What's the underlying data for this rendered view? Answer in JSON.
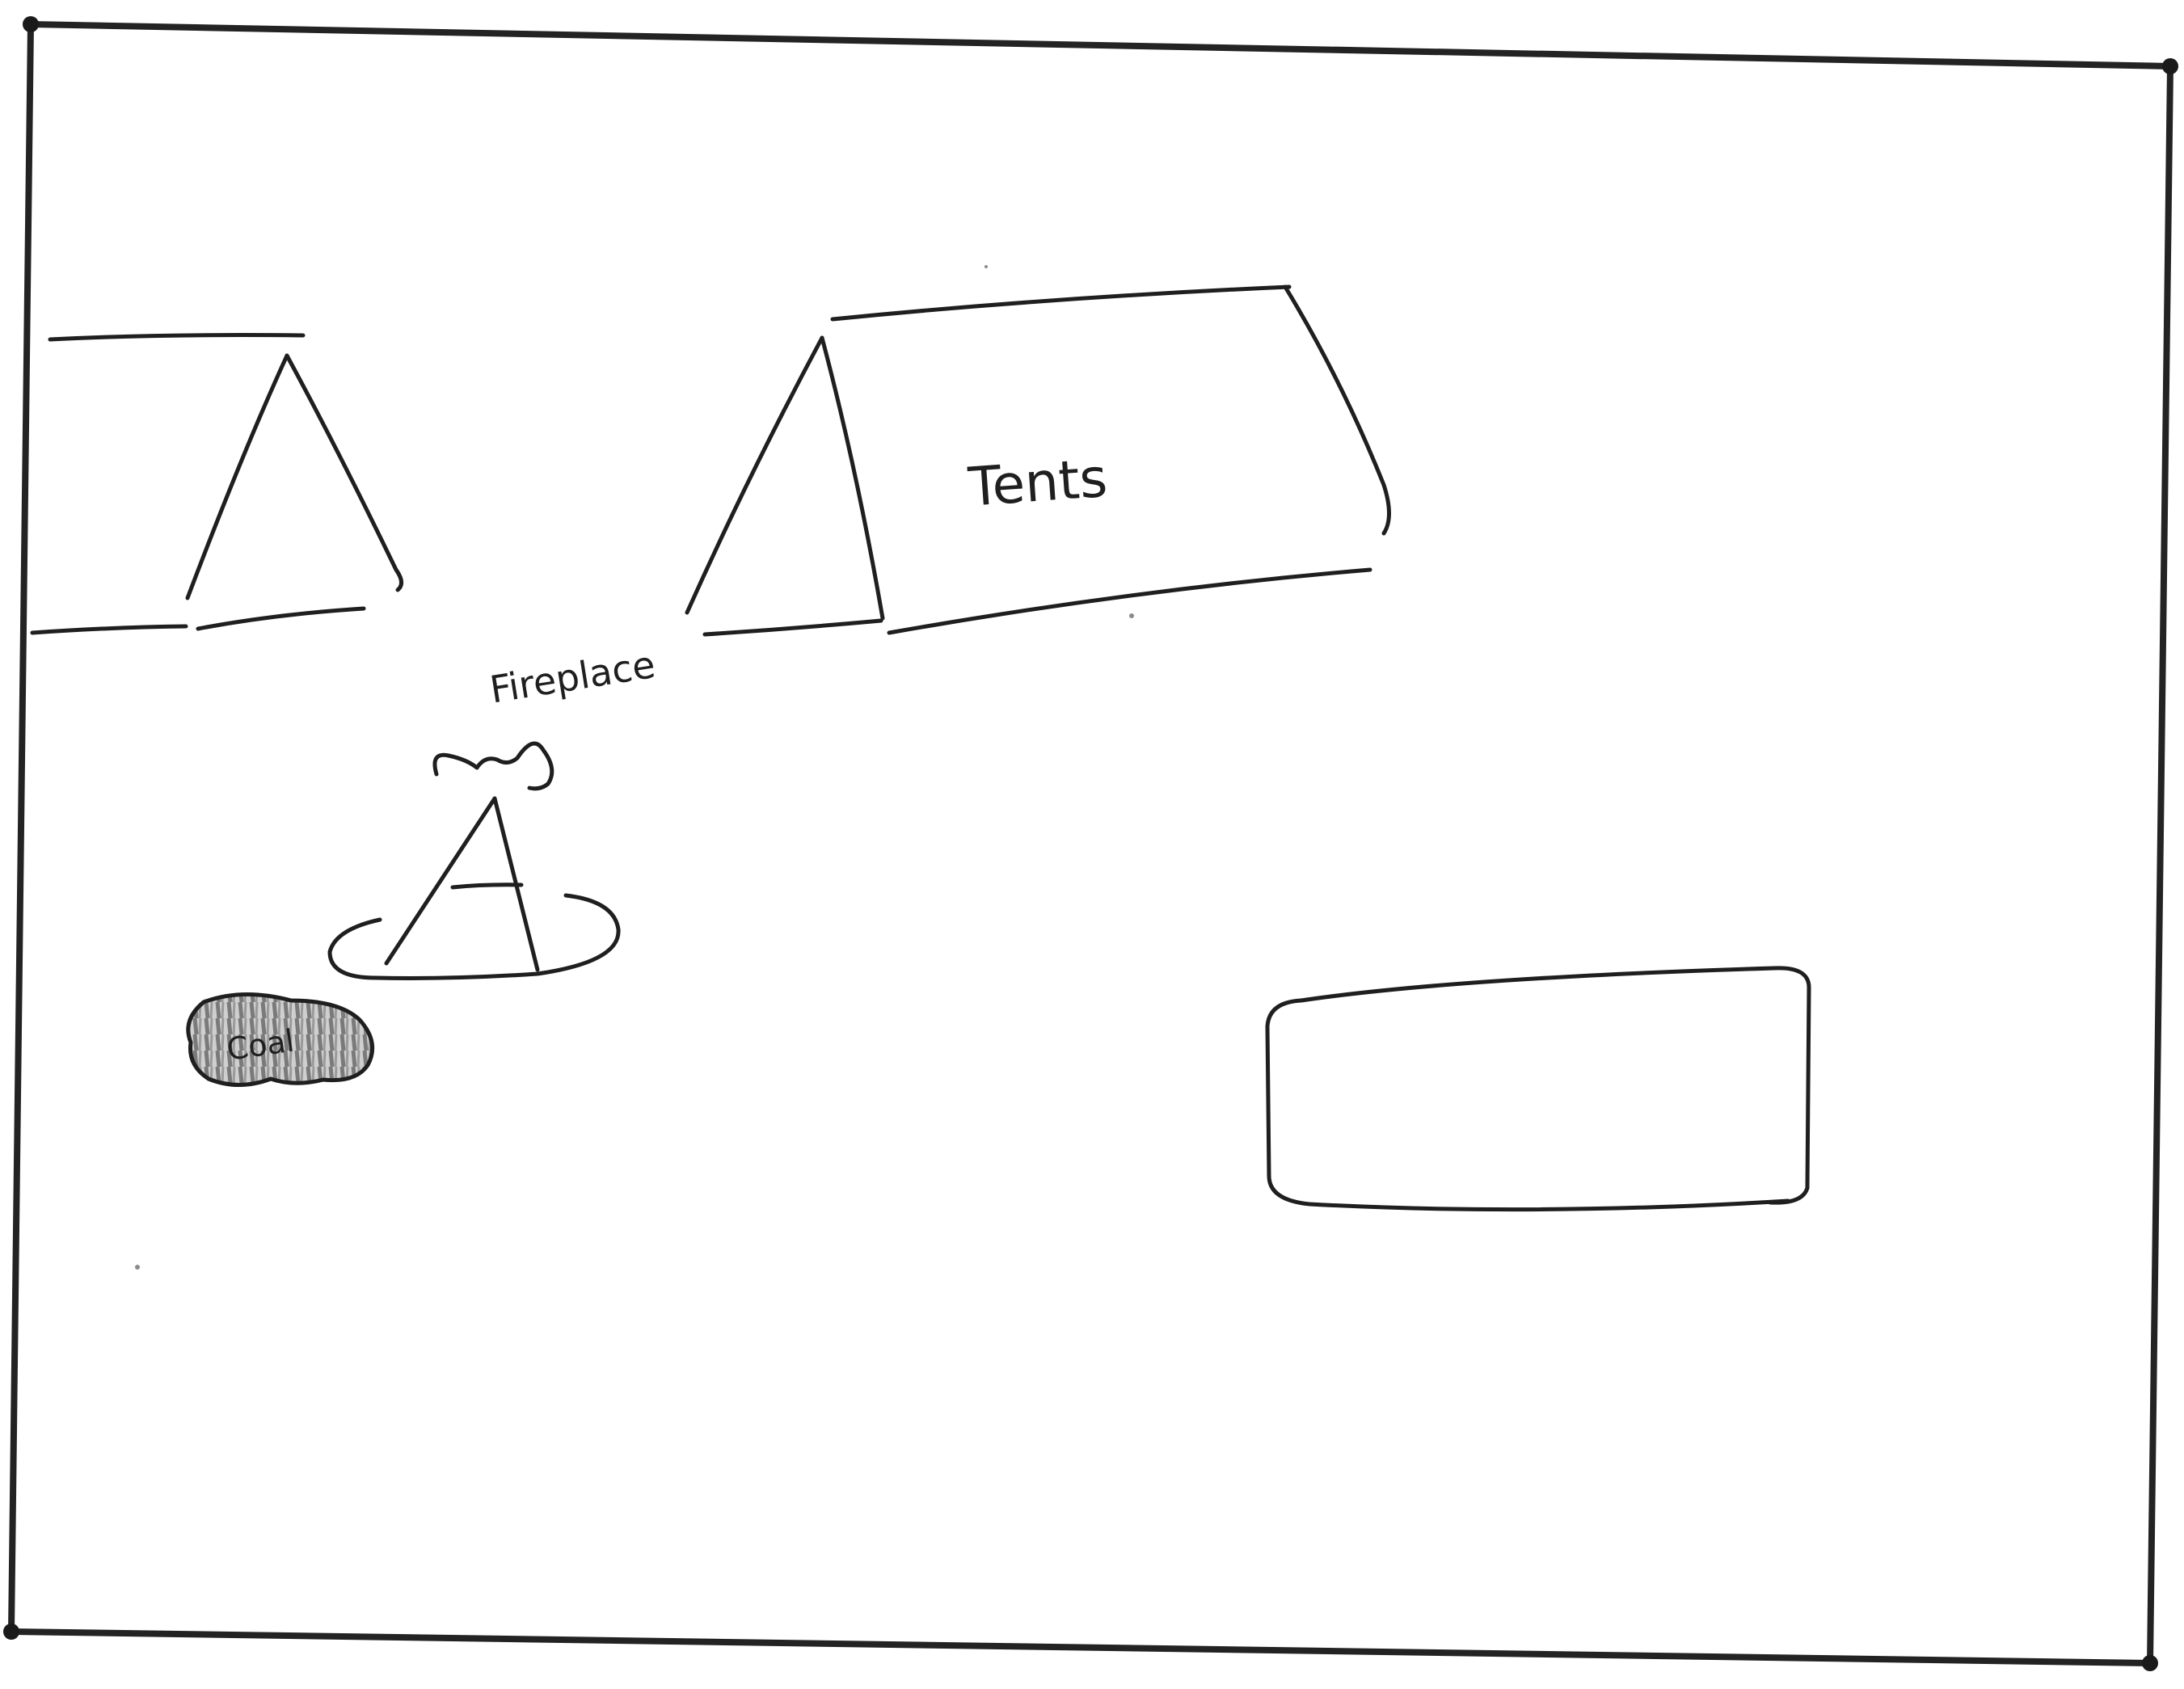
{
  "labels": {
    "tents": "Tents",
    "fireplace": "Fireplace",
    "coal": "Coal"
  },
  "colors": {
    "paper": "#ffffff",
    "ink": "#1f1f1f",
    "coal_shading": "#8c8c8c"
  }
}
